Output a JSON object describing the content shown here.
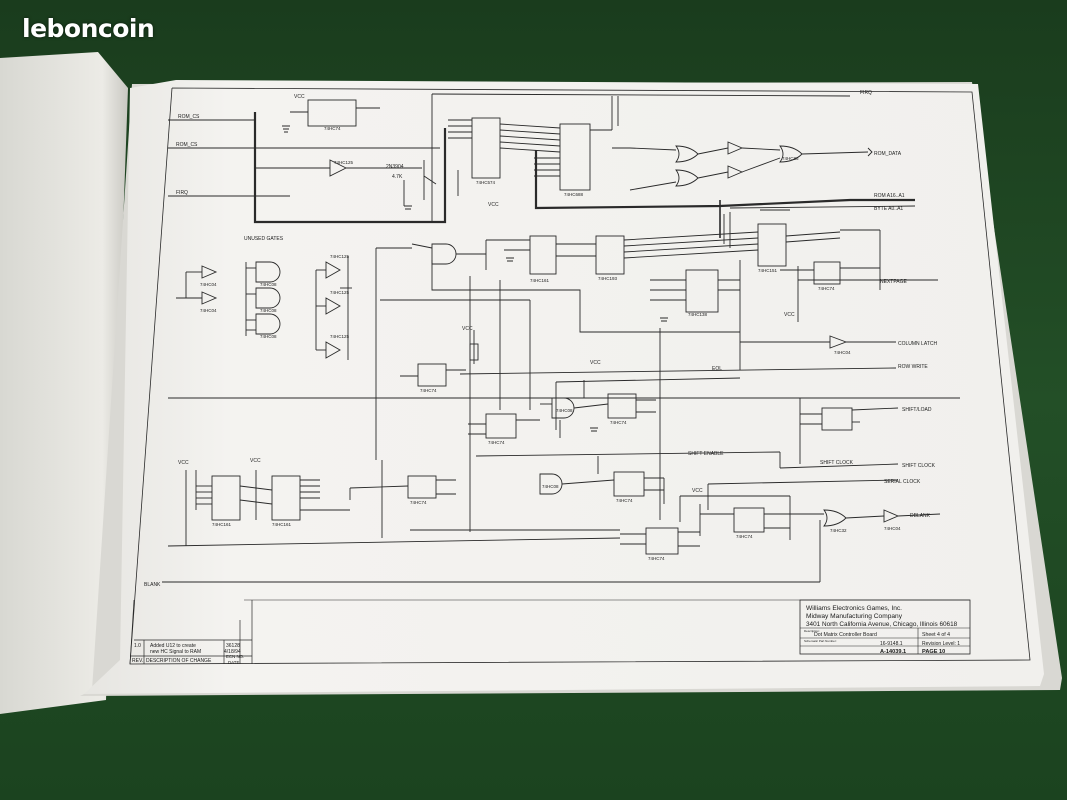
{
  "watermark": "leboncoin",
  "colors": {
    "felt": "#1f4a22",
    "paper": "#f2f1ee",
    "ink": "#222222"
  },
  "signals": {
    "rom_cs": "ROM_CS",
    "rom_data": "ROM_DATA",
    "firq": "FIRQ",
    "rom_a_h": "ROM A16..A1",
    "byte_a": "BYTE A0..A1",
    "nextpage": "NEXTPAGE",
    "column_latch": "COLUMN LATCH",
    "row_write": "ROW WRITE",
    "eol": "EOL",
    "shift_enable": "SHIFT ENABLE",
    "shift_load": "SHIFT/LOAD",
    "shift_clock_label": "SHIFT CLOCK",
    "shift_clock": "SHIFT CLOCK",
    "serial_clock": "SERIAL CLOCK",
    "dblank": "DBLANK",
    "blank": "BLANK",
    "unused_gates": "UNUSED GATES",
    "vcc": "VCC",
    "q1": "2N3904",
    "r47k": "4.7K"
  },
  "parts": {
    "u9": "74HC74",
    "u9b": "74HC125",
    "u1": "74HC574",
    "u11": "74HC688",
    "u11b": "74HC86",
    "u13": "74HC161",
    "u14": "74HC193",
    "u15": "74HC151",
    "u16": "74HC74",
    "u20": "74HC138",
    "u8": "74HC04",
    "u17a": "74HC74",
    "u19a": "74HC08",
    "u20a": "74HC74",
    "u4b": "74HC74",
    "u8c": "74HC08",
    "u4a": "74HC74",
    "u17b": "74HC74",
    "u18a": "74HC74",
    "u18b": "74HC74",
    "u19b": "74HC32",
    "u8f": "74HC04",
    "u10": "74HC161",
    "u12": "74HC161",
    "ug1": "74HC04",
    "ug2": "74HC04",
    "ug3": "74HC08",
    "ug4": "74HC08",
    "ug5": "74HC08",
    "ug6": "74HC125",
    "ug7": "74HC125",
    "ug8": "74HC125"
  },
  "title_block": {
    "company": "Williams Electronics Games, Inc.",
    "division": "Midway Manufacturing Company",
    "address": "3401 North California Avenue, Chicago, Illinois 60618",
    "description_label": "Description:",
    "description": "Dot Matrix Controller Board",
    "sheet": "Sheet 4 of 4",
    "part_label": "Schematic Part Number:",
    "part_number": "16-9148.1",
    "revision": "Revision Level: 1",
    "drawing_number": "A-14039.1",
    "page": "PAGE 10"
  },
  "revision_table": {
    "rev_header": "REV.",
    "description_header": "DESCRIPTION OF CHANGE",
    "ecn_header": "ECN NO.",
    "date_header": "DATE",
    "rows": [
      {
        "rev": "1.0",
        "description_line1": "Added U12 to create",
        "description_line2": "new HC Signal to RAM",
        "ecn": "36128",
        "date": "4/18/94"
      }
    ]
  }
}
